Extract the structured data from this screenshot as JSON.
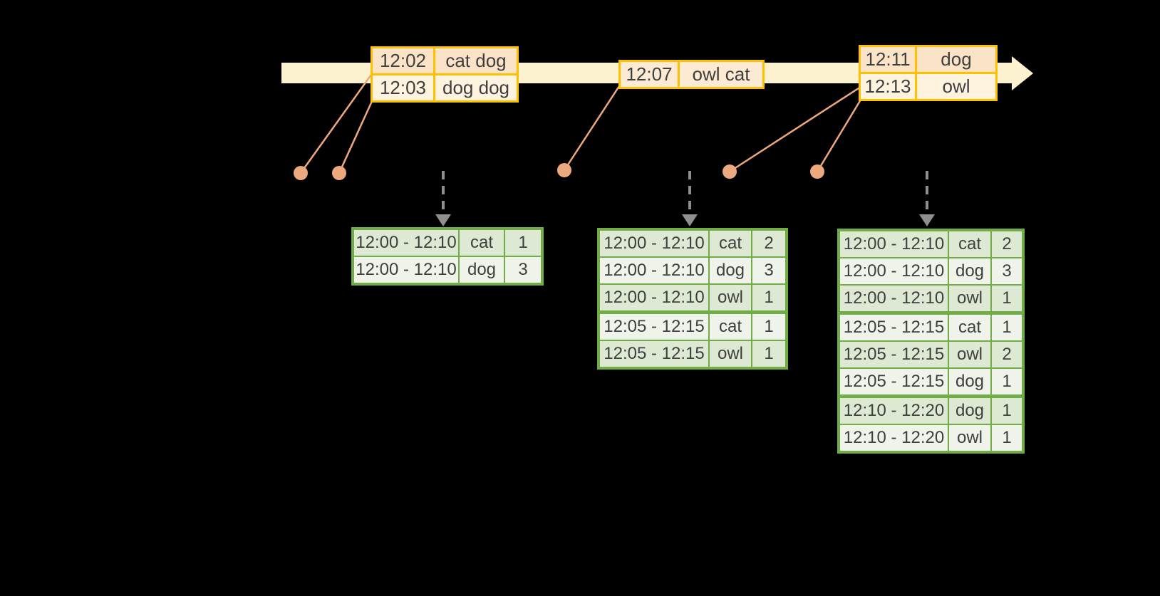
{
  "colors": {
    "bg": "#000000",
    "text": "#3f3f3f",
    "timeline_fill": "#fdf2d0",
    "event_border": "#ffc000",
    "event_row_odd": "#fae3c6",
    "event_row_even": "#fdf3df",
    "event_row_single": "#fcead3",
    "connector": "#eda97e",
    "trigger_arrow": "#8f8f8f",
    "result_border": "#70ad47",
    "result_row_odd": "#dee9d3",
    "result_row_even": "#eff3ea"
  },
  "event_tables": [
    {
      "rows": [
        {
          "time": "12:02",
          "words": "cat dog"
        },
        {
          "time": "12:03",
          "words": "dog dog"
        }
      ]
    },
    {
      "rows": [
        {
          "time": "12:07",
          "words": "owl cat"
        }
      ]
    },
    {
      "rows": [
        {
          "time": "12:11",
          "words": "dog"
        },
        {
          "time": "12:13",
          "words": "owl"
        }
      ]
    }
  ],
  "result_tables": [
    {
      "rows": [
        {
          "window": "12:00 - 12:10",
          "word": "cat",
          "count": "1"
        },
        {
          "window": "12:00 - 12:10",
          "word": "dog",
          "count": "3"
        }
      ]
    },
    {
      "rows": [
        {
          "window": "12:00 - 12:10",
          "word": "cat",
          "count": "2"
        },
        {
          "window": "12:00 - 12:10",
          "word": "dog",
          "count": "3"
        },
        {
          "window": "12:00 - 12:10",
          "word": "owl",
          "count": "1"
        },
        {
          "window": "12:05 - 12:15",
          "word": "cat",
          "count": "1"
        },
        {
          "window": "12:05 - 12:15",
          "word": "owl",
          "count": "1"
        }
      ]
    },
    {
      "rows": [
        {
          "window": "12:00 - 12:10",
          "word": "cat",
          "count": "2"
        },
        {
          "window": "12:00 - 12:10",
          "word": "dog",
          "count": "3"
        },
        {
          "window": "12:00 - 12:10",
          "word": "owl",
          "count": "1"
        },
        {
          "window": "12:05 - 12:15",
          "word": "cat",
          "count": "1"
        },
        {
          "window": "12:05 - 12:15",
          "word": "owl",
          "count": "2"
        },
        {
          "window": "12:05 - 12:15",
          "word": "dog",
          "count": "1"
        },
        {
          "window": "12:10 - 12:20",
          "word": "dog",
          "count": "1"
        },
        {
          "window": "12:10 - 12:20",
          "word": "owl",
          "count": "1"
        }
      ]
    }
  ]
}
